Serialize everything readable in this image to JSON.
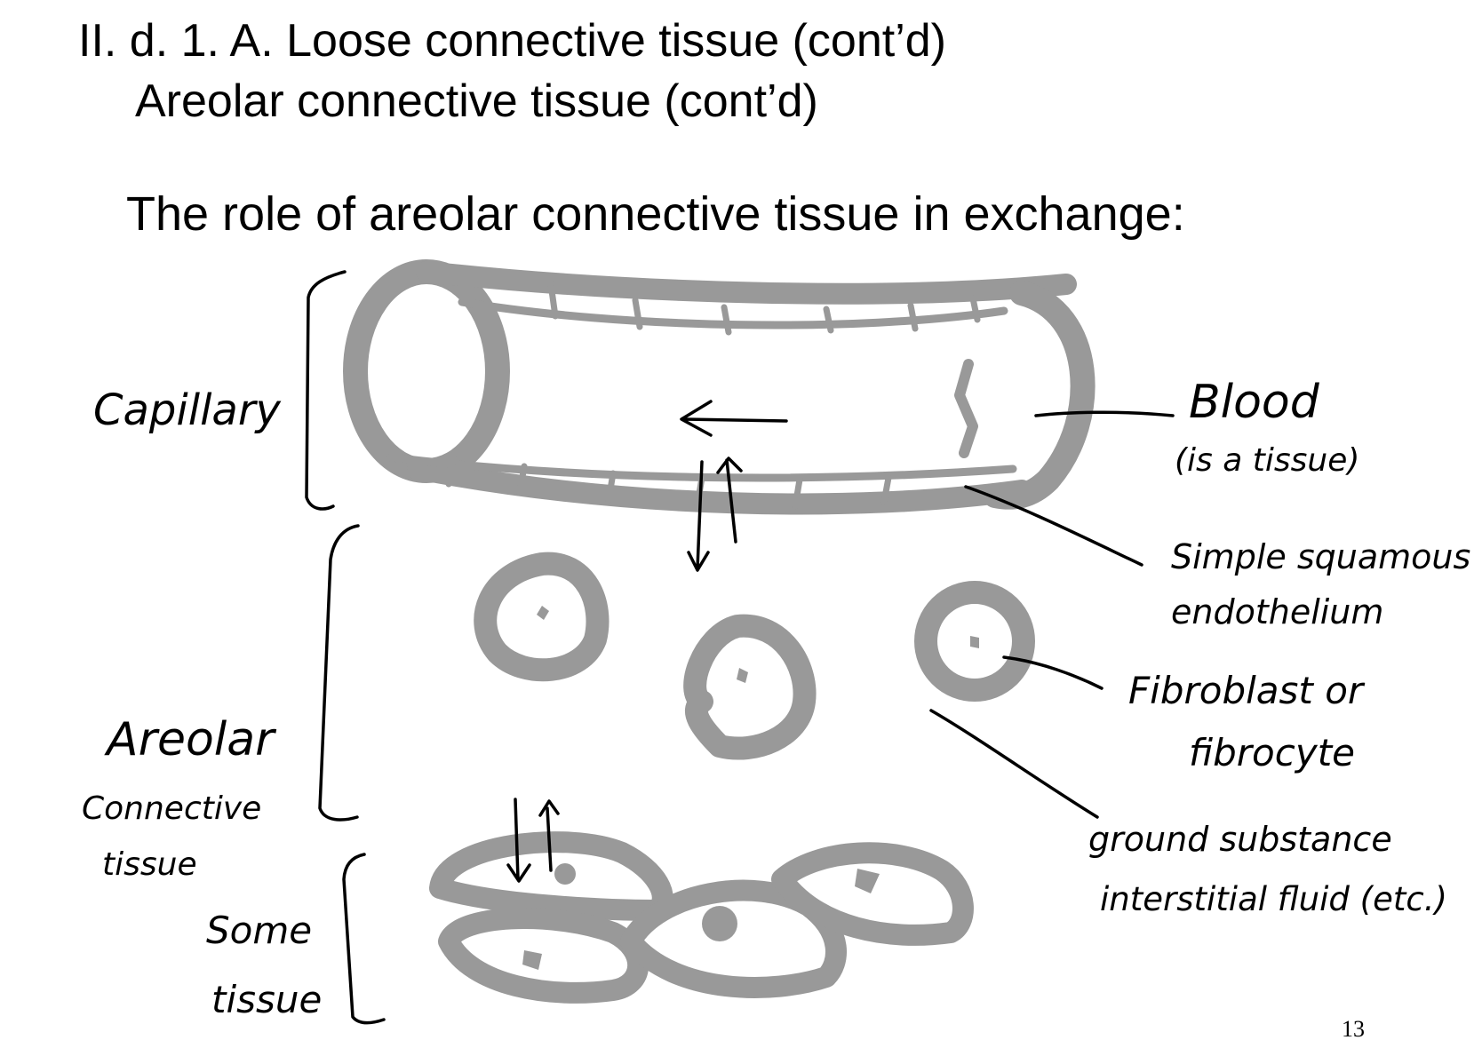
{
  "slide": {
    "title_line1": "II. d. 1. A. Loose connective tissue (cont’d)",
    "title_line2": "Areolar connective tissue (cont’d)",
    "subtitle": "The role of areolar connective tissue in exchange:",
    "page_number": "13"
  },
  "labels": {
    "capillary": "Capillary",
    "blood": "Blood",
    "blood_note": "(is a tissue)",
    "endothelium_line1": "Simple squamous",
    "endothelium_line2": "endothelium",
    "fibroblast_line1": "Fibroblast or",
    "fibroblast_line2": "fibrocyte",
    "ground_line1": "ground substance",
    "ground_line2": "interstitial fluid (etc.)",
    "areolar_line1": "Areolar",
    "areolar_line2": "Connective",
    "areolar_line3": "tissue",
    "some_line1": "Some",
    "some_line2": "tissue"
  },
  "colors": {
    "drawing_gray": "#999999",
    "ink": "#000000"
  }
}
